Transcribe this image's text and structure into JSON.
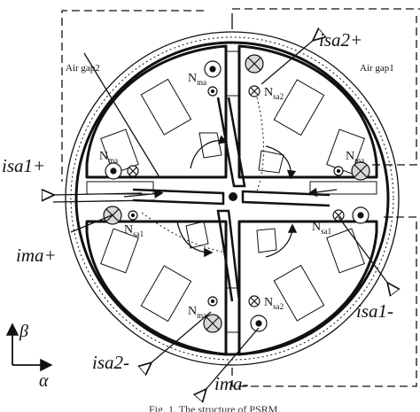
{
  "terminals": {
    "isa2_plus": "isa2+",
    "isa1_plus": "isa1+",
    "ima_plus": "ima+",
    "isa1_minus": "isa1-",
    "isa2_minus": "isa2-",
    "ima_minus": "ima-"
  },
  "air_gaps": {
    "gap1": "Air gap1",
    "gap2": "Air gap2"
  },
  "coils": {
    "N": "N",
    "ma": "ma",
    "sa1": "sa1",
    "sa2": "sa2"
  },
  "axes": {
    "beta": "β",
    "alpha": "α"
  },
  "caption": "Fig. 1. The structure of PSRM."
}
